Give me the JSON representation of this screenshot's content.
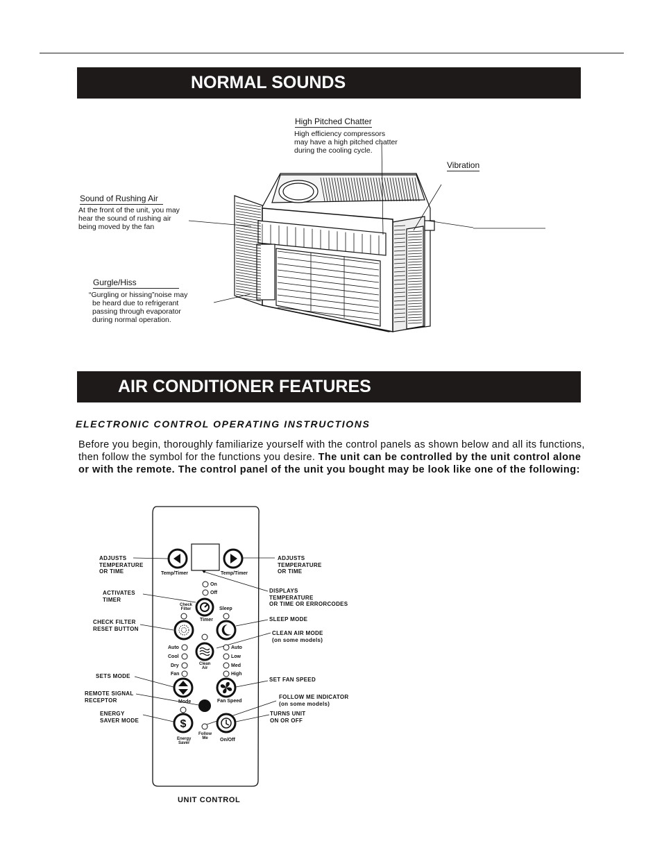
{
  "normal_sounds": {
    "heading": "NORMAL SOUNDS",
    "notes": {
      "chatter": {
        "title": "High Pitched Chatter",
        "lines": [
          "High efficiency compressors",
          "may have a high pitched chatter",
          "during the cooling cycle."
        ]
      },
      "vibration": {
        "title": "Vibration"
      },
      "rushing_air": {
        "title": "Sound of Rushing Air",
        "lines": [
          "At the front of the unit, you may",
          "hear the sound of rushing air",
          "being moved by the fan"
        ]
      },
      "gurgle": {
        "title": "Gurgle/Hiss",
        "lines": [
          "“Gurgling or hissing”noise may",
          "be heard due to refrigerant",
          "passing through evaporator",
          "during normal operation."
        ]
      }
    }
  },
  "features": {
    "heading": "AIR CONDITIONER FEATURES",
    "subheading": "ELECTRONIC CONTROL OPERATING INSTRUCTIONS",
    "intro_plain": "Before you begin, thoroughly familiarize yourself with the control panels as shown below and all its functions, then follow the symbol for the functions you desire.",
    "intro_bold": "The unit can be controlled by the unit control alone or with the remote. The control panel of the unit you bought may be look like one of the following:"
  },
  "control_panel": {
    "caption": "UNIT CONTROL",
    "panel_labels": {
      "temp_timer_left": "Temp/Timer",
      "temp_timer_right": "Temp/Timer",
      "on": "On",
      "off": "Off",
      "check_filter": "Check\nFilter",
      "timer": "Timer",
      "sleep": "Sleep",
      "mode_auto": "Auto",
      "mode_cool": "Cool",
      "mode_dry": "Dry",
      "mode_fan": "Fan",
      "clean_air": "Clean\nAir",
      "fan_auto": "Auto",
      "fan_low": "Low",
      "fan_med": "Med",
      "fan_high": "High",
      "mode": "Mode",
      "fan_speed": "Fan Speed",
      "energy_saver": "Energy\nSaver",
      "follow_me": "Follow\nMe",
      "on_off": "On/Off"
    },
    "callouts": {
      "adjust_left": "ADJUSTS\nTEMPERATURE\nOR TIME",
      "adjust_right": "ADJUSTS\nTEMPERATURE\nOR TIME",
      "displays": "DISPLAYS\nTEMPERATURE\nOR TIME OR ERRORCODES",
      "activates_timer": "ACTIVATES\nTIMER",
      "check_filter_reset": "CHECK FILTER\nRESET BUTTON",
      "sleep_mode": "SLEEP MODE",
      "clean_air_mode": "CLEAN AIR MODE\n(on some models)",
      "sets_mode": "SETS MODE",
      "set_fan_speed": "SET FAN SPEED",
      "remote_signal": "REMOTE SIGNAL\nRECEPTOR",
      "follow_me_indicator": "FOLLOW ME INDICATOR\n(on some models)",
      "energy_saver_mode": "ENERGY\nSAVER MODE",
      "turns_unit": "TURNS UNIT\nON OR OFF"
    }
  }
}
